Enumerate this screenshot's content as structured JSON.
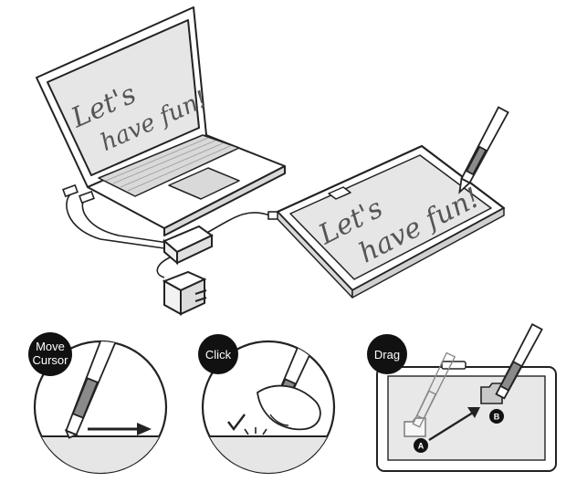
{
  "laptop": {
    "screen_text_line1": "Let's",
    "screen_text_line2": "have fun!"
  },
  "tablet": {
    "screen_text_line1": "Let's",
    "screen_text_line2": "have fun!"
  },
  "panels": {
    "move": {
      "label_line1": "Move",
      "label_line2": "Cursor"
    },
    "click": {
      "label": "Click"
    },
    "drag": {
      "label": "Drag",
      "point_a": "A",
      "point_b": "B"
    }
  },
  "colors": {
    "outline": "#222222",
    "screen_fill": "#e6e6e6",
    "badge_fill": "#111111",
    "pen_grip": "#8a8a8a"
  }
}
